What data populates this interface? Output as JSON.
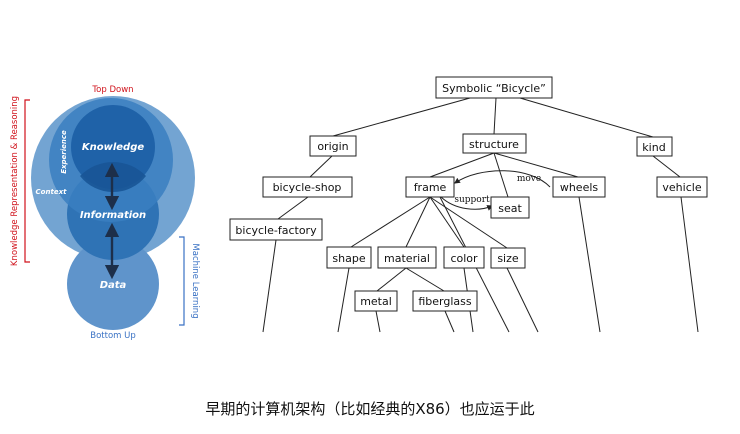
{
  "venn": {
    "top_label": "Top Down",
    "bottom_label": "Bottom Up",
    "left_label": "Knowledge Representation & Reasoning",
    "right_label": "Machine Learning",
    "knowledge": "Knowledge",
    "information": "Information",
    "data": "Data",
    "experience": "Experience",
    "context": "Context",
    "colors": {
      "red": "#d0121b",
      "blue": "#3a72c4",
      "dark": "#1f4e84"
    }
  },
  "tree": {
    "root": "Symbolic “Bicycle”",
    "origin": "origin",
    "structure": "structure",
    "kind": "kind",
    "bicycle_shop": "bicycle-shop",
    "bicycle_factory": "bicycle-factory",
    "frame": "frame",
    "seat": "seat",
    "wheels": "wheels",
    "vehicle": "vehicle",
    "shape": "shape",
    "material": "material",
    "color": "color",
    "size": "size",
    "metal": "metal",
    "fiberglass": "fiberglass",
    "move": "move",
    "support": "support"
  },
  "caption": "早期的计算机架构（比如经典的X86）也应运于此"
}
